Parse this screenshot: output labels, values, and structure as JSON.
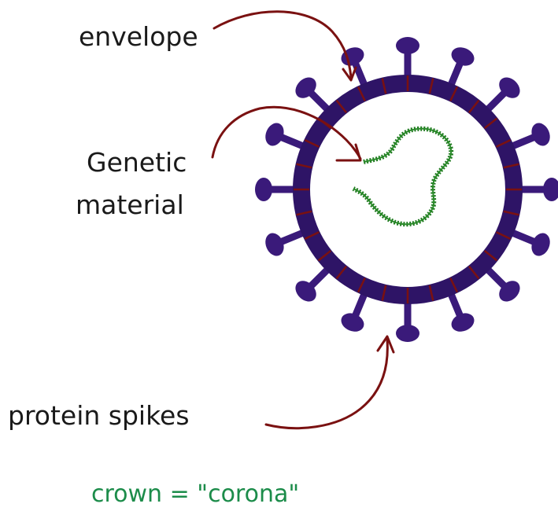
{
  "labels": {
    "envelope": "envelope",
    "genetic_line1": "Genetic",
    "genetic_line2": "material",
    "spikes": "protein spikes",
    "caption": "crown = \"corona\""
  },
  "colors": {
    "virus": "#2e1466",
    "spike": "#3a1a7a",
    "arrow": "#7a1111",
    "rna": "#1e7a1e",
    "text": "#1a1a1a",
    "caption": "#1c8c4a"
  }
}
